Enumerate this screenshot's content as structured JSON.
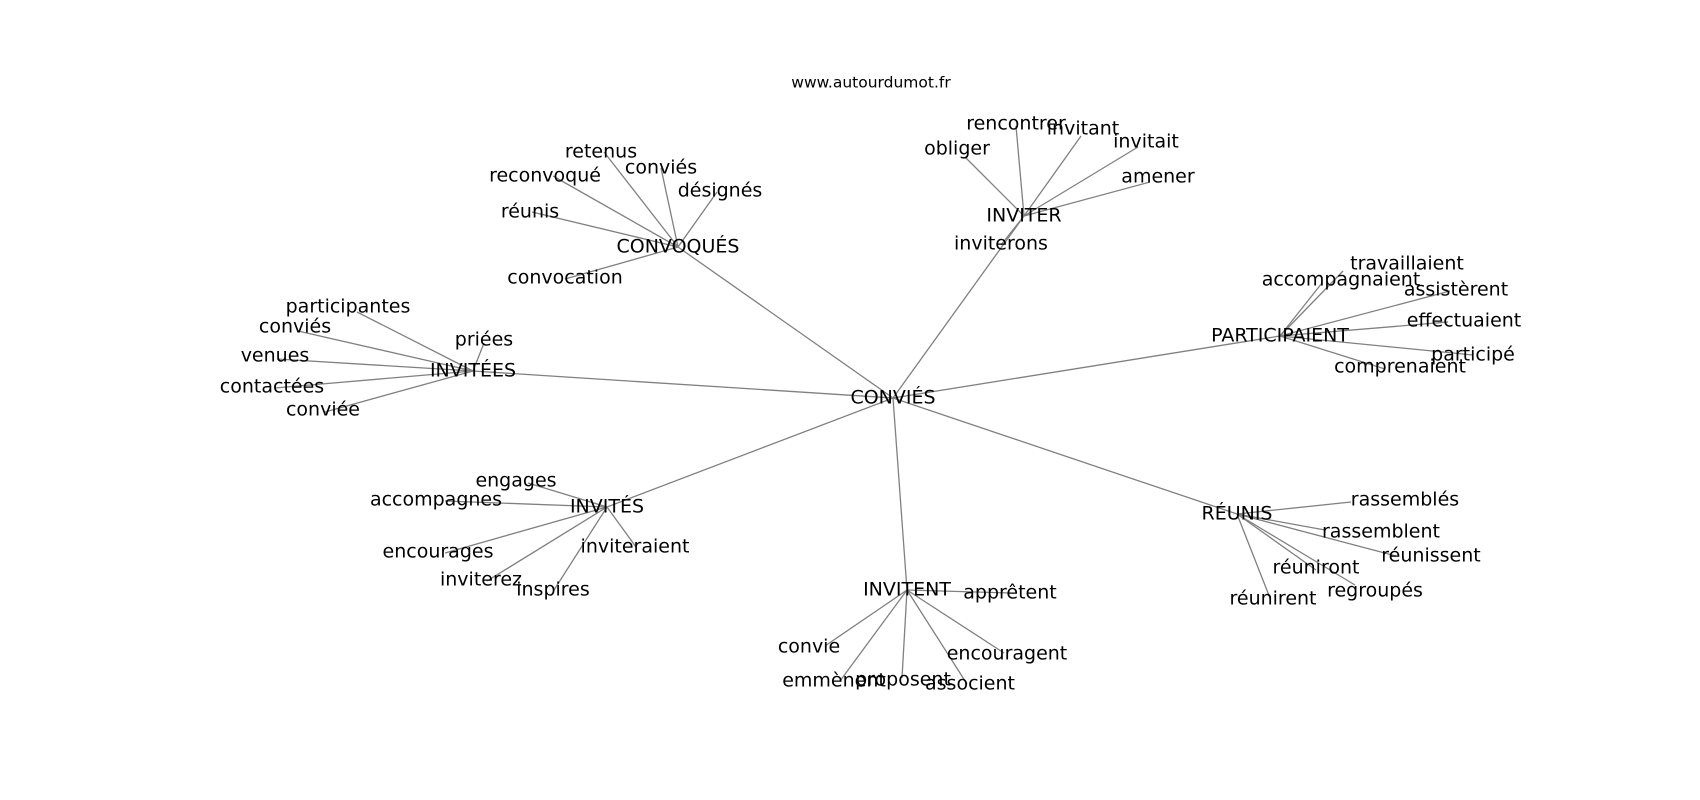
{
  "site": "www.autourdumot.fr",
  "edge_color": "#808080",
  "text_color": "#000000",
  "center": "CONVIÉS",
  "hubs": [
    {
      "id": "convoques",
      "label": "CONVOQUÉS",
      "leaves": [
        "retenus",
        "conviés",
        "reconvoqué",
        "désignés",
        "réunis",
        "convocation"
      ]
    },
    {
      "id": "inviter",
      "label": "INVITER",
      "leaves": [
        "rencontrer",
        "invitant",
        "obliger",
        "invitait",
        "amener",
        "inviterons"
      ]
    },
    {
      "id": "participaient",
      "label": "PARTICIPAIENT",
      "leaves": [
        "travaillaient",
        "accompagnaient",
        "assistèrent",
        "effectuaient",
        "participé",
        "comprenaient"
      ]
    },
    {
      "id": "invitees",
      "label": "INVITÉES",
      "leaves": [
        "participantes",
        "conviés",
        "priées",
        "venues",
        "contactées",
        "conviée"
      ]
    },
    {
      "id": "invites",
      "label": "INVITÉS",
      "leaves": [
        "engages",
        "accompagnes",
        "encourages",
        "inviteraient",
        "inviterez",
        "inspires"
      ]
    },
    {
      "id": "invitent",
      "label": "INVITENT",
      "leaves": [
        "apprêtent",
        "convie",
        "encouragent",
        "emmènent",
        "proposent",
        "associent"
      ]
    },
    {
      "id": "reunis",
      "label": "RÉUNIS",
      "leaves": [
        "rassemblés",
        "rassemblent",
        "réunissent",
        "réuniront",
        "regroupés",
        "réunirent"
      ]
    }
  ]
}
